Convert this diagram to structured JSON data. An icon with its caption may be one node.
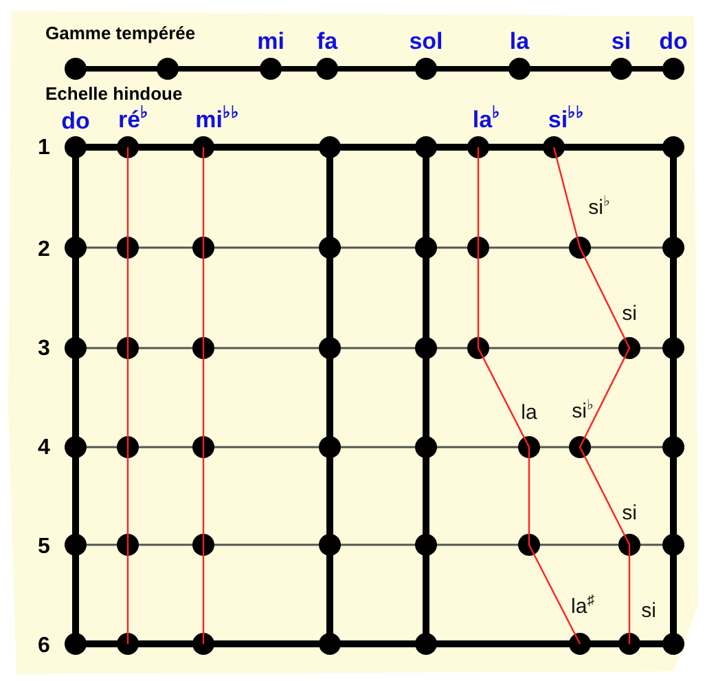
{
  "diagram": {
    "labels": [
      "Gamme tempérée",
      "mi",
      "fa",
      "sol",
      "la",
      "si",
      "do",
      "Echelle hindoue",
      "do",
      "ré$^{♭}$",
      "mi$^{♭♭}$",
      "la$^{♭}$",
      "si$^{♭♭}$",
      "1",
      "si$^{♭}$",
      "2",
      "si",
      "3",
      "la",
      "si$^{♭}$",
      "4",
      "si",
      "5",
      "la$^{♯}$",
      "si",
      "6"
    ]
  }
}
